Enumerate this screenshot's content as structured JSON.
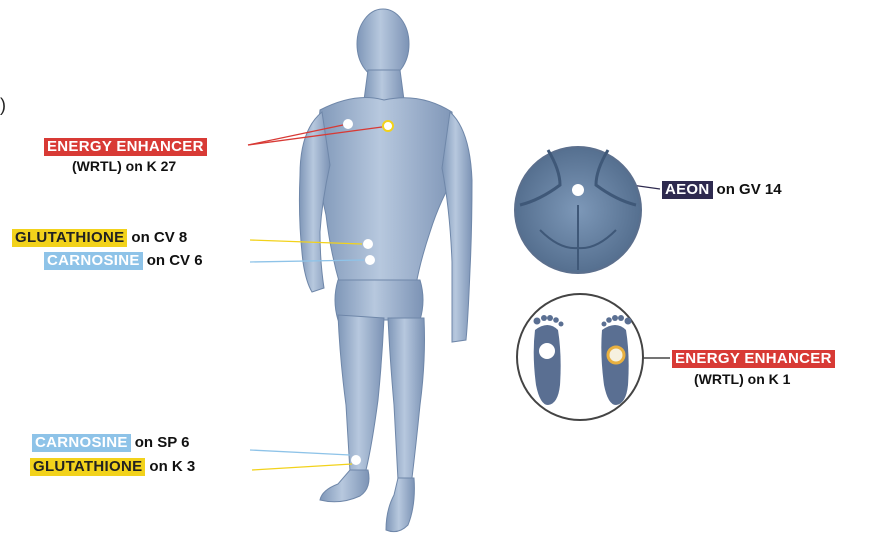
{
  "panel_marker": ")",
  "labels": {
    "energy_enhancer_k27": {
      "tag": "ENERGY ENHANCER",
      "line2": "(WRTL) on K 27"
    },
    "glutathione_cv8": {
      "tag": "GLUTATHIONE",
      "suffix": "on CV 8"
    },
    "carnosine_cv6": {
      "tag": "CARNOSINE",
      "suffix": "on CV 6"
    },
    "carnosine_sp6": {
      "tag": "CARNOSINE",
      "suffix": "on SP 6"
    },
    "glutathione_k3": {
      "tag": "GLUTATHIONE",
      "suffix": "on K 3"
    },
    "aeon_gv14": {
      "tag": "AEON",
      "suffix": "on GV 14"
    },
    "energy_enhancer_k1": {
      "tag": "ENERGY ENHANCER",
      "line2": "(WRTL) on K 1"
    }
  },
  "colors": {
    "energy_enhancer": "#d83a35",
    "glutathione": "#f2d21b",
    "carnosine": "#8ec3e8",
    "aeon": "#2e2a4f",
    "body": "#9eb3cf"
  }
}
